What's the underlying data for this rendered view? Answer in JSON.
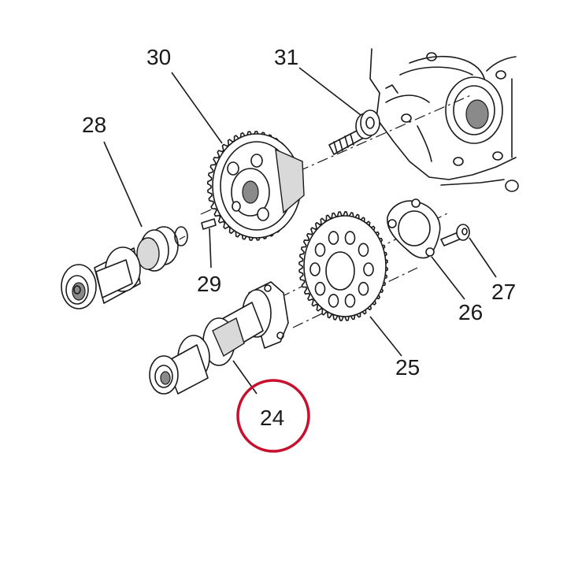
{
  "diagram": {
    "callouts": [
      {
        "id": "30",
        "text": "30"
      },
      {
        "id": "31",
        "text": "31"
      },
      {
        "id": "28",
        "text": "28"
      },
      {
        "id": "29",
        "text": "29"
      },
      {
        "id": "27",
        "text": "27"
      },
      {
        "id": "26",
        "text": "26"
      },
      {
        "id": "25",
        "text": "25"
      },
      {
        "id": "24",
        "text": "24"
      }
    ],
    "highlight": {
      "target": "24",
      "color": "#c8102e"
    },
    "line_color": "#1a1a1a"
  }
}
